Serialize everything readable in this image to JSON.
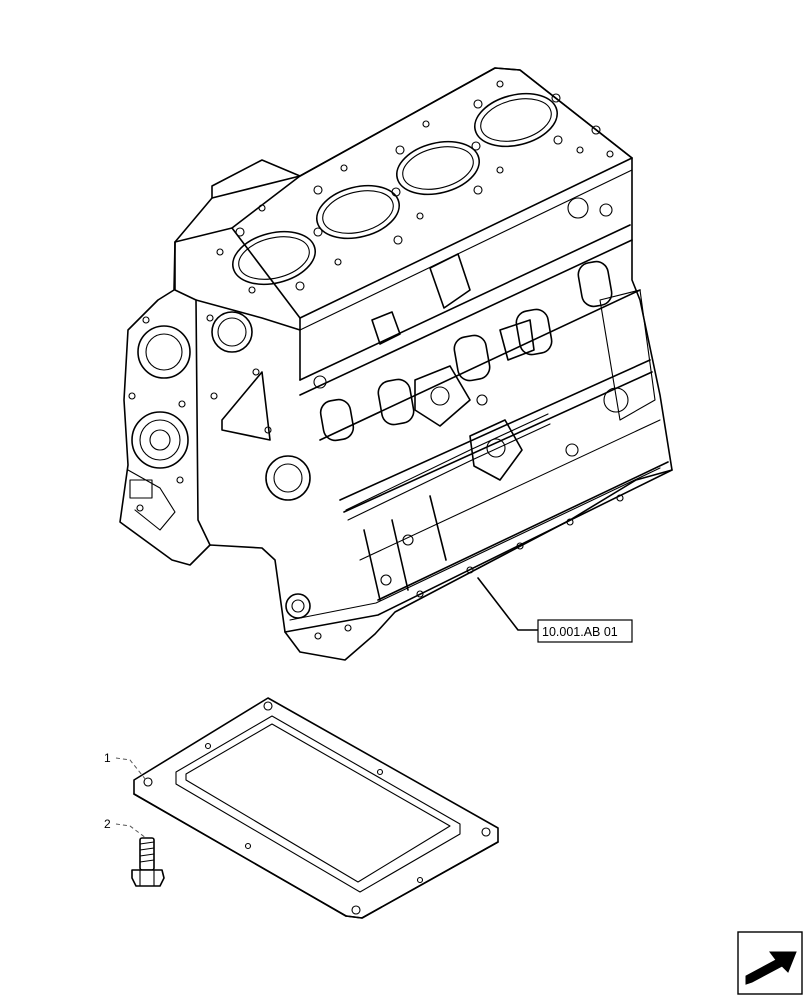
{
  "callouts": [
    {
      "id": "1",
      "text": "1"
    },
    {
      "id": "2",
      "text": "2"
    }
  ],
  "reference_label": "10.001.AB 01",
  "nav_icon": "next-page-arrow-icon"
}
